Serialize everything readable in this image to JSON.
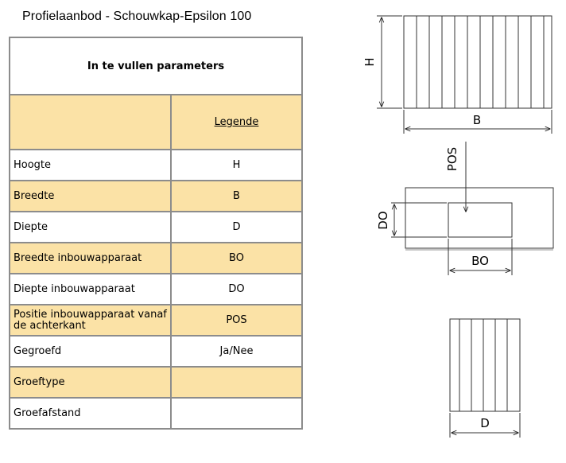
{
  "title": "Profielaanbod - Schouwkap-Epsilon 100",
  "table": {
    "header": "In te vullen parameters",
    "legend_label": "Legende",
    "rows": [
      {
        "name": "Hoogte",
        "code": "H"
      },
      {
        "name": "Breedte",
        "code": "B"
      },
      {
        "name": "Diepte",
        "code": "D"
      },
      {
        "name": "Breedte inbouwapparaat",
        "code": "BO"
      },
      {
        "name": "Diepte inbouwapparaat",
        "code": "DO"
      },
      {
        "name": "Positie inbouwapparaat vanaf de achterkant",
        "code": "POS"
      },
      {
        "name": "Gegroefd",
        "code": "Ja/Nee"
      },
      {
        "name": "Groeftype",
        "code": ""
      },
      {
        "name": "Groefafstand",
        "code": ""
      }
    ]
  },
  "drawing": {
    "front_height": "H",
    "front_width": "B",
    "top_pos": "POS",
    "top_do": "DO",
    "top_bo": "BO",
    "side_depth": "D"
  }
}
